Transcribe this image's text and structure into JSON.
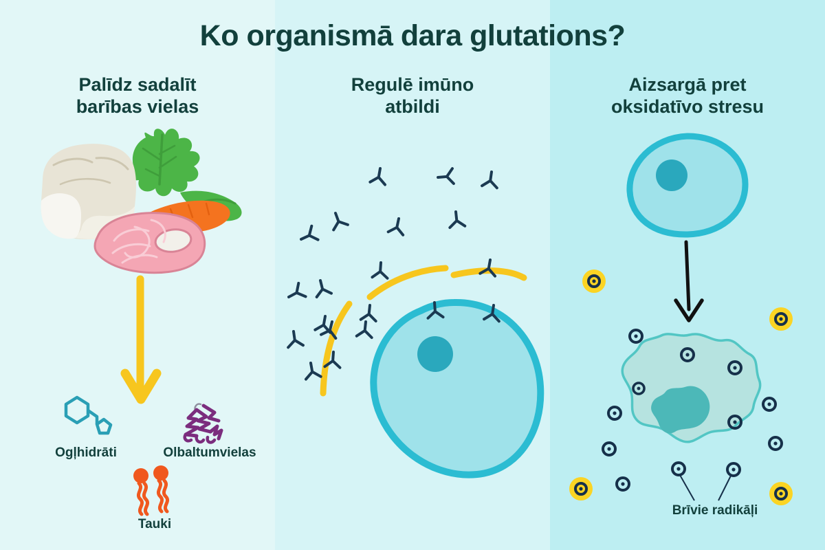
{
  "title": "Ko organismā dara glutations?",
  "theme": {
    "panel1_bg": "#e2f7f7",
    "panel2_bg": "#d6f4f6",
    "panel3_bg": "#bdeef2",
    "title_color": "#12403c",
    "arrow_yellow": "#f7c61e",
    "arrow_black": "#111111",
    "cell_fill": "#9fe2ea",
    "cell_stroke": "#2bbcd2",
    "nucleus": "#2aa8bd",
    "antibody": "#1b3a52",
    "radical_glow": "#fbd424",
    "radical_ring": "#16304a",
    "carb_color": "#2a9fb5",
    "protein_color": "#7b2d7e",
    "fat_color": "#f0581e"
  },
  "columns": [
    {
      "id": "col-nutrients",
      "heading_line1": "Palīdz sadalīt",
      "heading_line2": "barības vielas",
      "illustration": "food-plate-illustration",
      "arrow": "yellow-down-arrow",
      "items": [
        {
          "id": "carbohydrates",
          "label": "Ogļhidrāti",
          "icon": "hexagon-molecule-icon"
        },
        {
          "id": "proteins",
          "label": "Olbaltumvielas",
          "icon": "protein-chain-icon"
        },
        {
          "id": "fats",
          "label": "Tauki",
          "icon": "lipid-molecule-icon"
        }
      ]
    },
    {
      "id": "col-immune",
      "heading_line1": "Regulē imūno",
      "heading_line2": "atbildi",
      "illustration": "antibodies-and-cell-illustration",
      "antibody_count": 19,
      "shield_arcs": 3
    },
    {
      "id": "col-oxidative",
      "heading_line1": "Aizsargā pret",
      "heading_line2": "oksidatīvo stresu",
      "illustration": "healthy-cell-to-damaged-cell-illustration",
      "arrow": "black-down-arrow",
      "radicals_label": "Brīvie radikāļi",
      "radical_count": 16
    }
  ]
}
